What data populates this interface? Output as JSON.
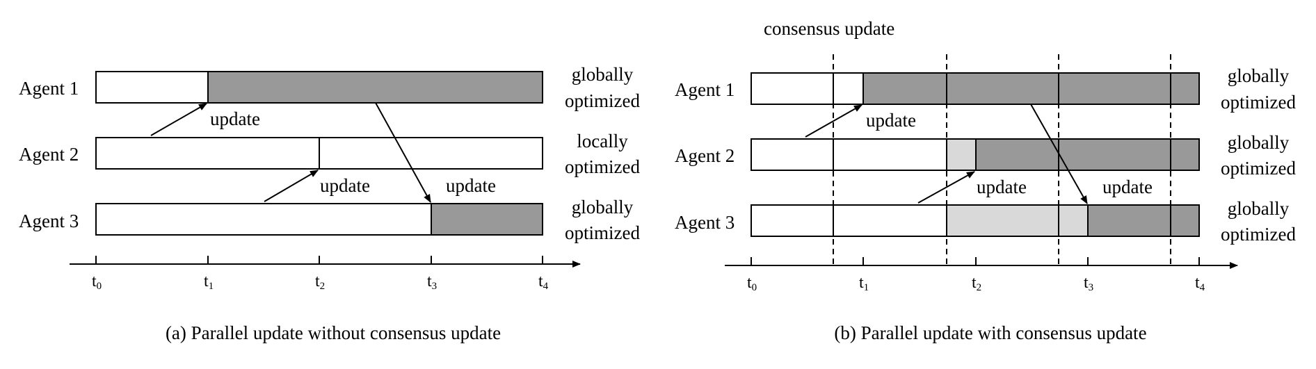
{
  "colors": {
    "optimized": "#999999",
    "pending": "#d9d9d9",
    "bar": "#ffffff",
    "stroke": "#000000"
  },
  "panel_a": {
    "caption": "(a) Parallel update without consensus update",
    "agents": [
      "Agent 1",
      "Agent 2",
      "Agent 3"
    ],
    "status": [
      [
        "globally",
        "optimized"
      ],
      [
        "locally",
        "optimized"
      ],
      [
        "globally",
        "optimized"
      ]
    ],
    "update_labels": [
      "update",
      "update",
      "update"
    ],
    "ticks": [
      {
        "base": "t",
        "sub": "0"
      },
      {
        "base": "t",
        "sub": "1"
      },
      {
        "base": "t",
        "sub": "2"
      },
      {
        "base": "t",
        "sub": "3"
      },
      {
        "base": "t",
        "sub": "4"
      }
    ]
  },
  "panel_b": {
    "caption": "(b) Parallel update with consensus update",
    "consensus_label": "consensus update",
    "agents": [
      "Agent 1",
      "Agent 2",
      "Agent 3"
    ],
    "status": [
      [
        "globally",
        "optimized"
      ],
      [
        "globally",
        "optimized"
      ],
      [
        "globally",
        "optimized"
      ]
    ],
    "update_labels": [
      "update",
      "update",
      "update"
    ],
    "ticks": [
      {
        "base": "t",
        "sub": "0"
      },
      {
        "base": "t",
        "sub": "1"
      },
      {
        "base": "t",
        "sub": "2"
      },
      {
        "base": "t",
        "sub": "3"
      },
      {
        "base": "t",
        "sub": "4"
      }
    ]
  }
}
